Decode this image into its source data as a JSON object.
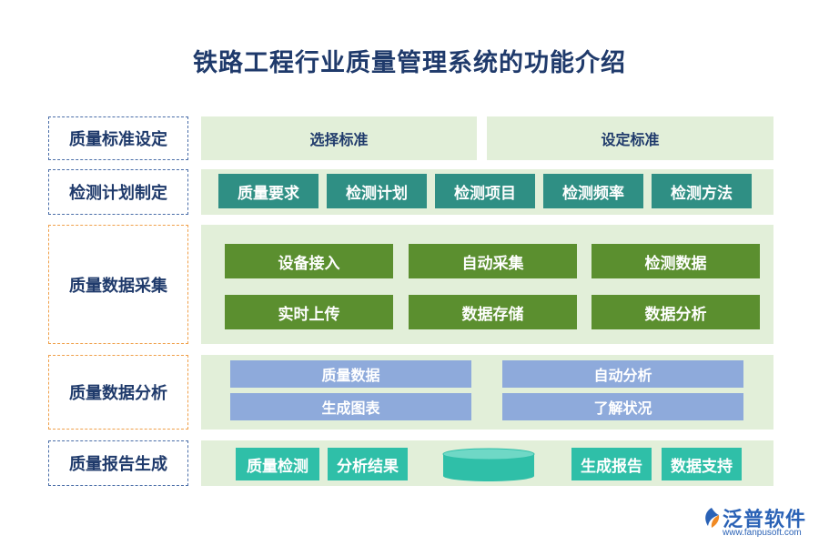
{
  "title": "铁路工程行业质量管理系统的功能介绍",
  "rows": [
    {
      "label": "质量标准设定",
      "items": [
        "选择标准",
        "设定标准"
      ]
    },
    {
      "label": "检测计划制定",
      "items": [
        "质量要求",
        "检测计划",
        "检测项目",
        "检测频率",
        "检测方法"
      ]
    },
    {
      "label": "质量数据采集",
      "items": [
        "设备接入",
        "自动采集",
        "检测数据",
        "实时上传",
        "数据存储",
        "数据分析"
      ]
    },
    {
      "label": "质量数据分析",
      "items": [
        "质量数据",
        "自动分析",
        "生成图表",
        "了解状况"
      ]
    },
    {
      "label": "质量报告生成",
      "items": [
        "质量检测",
        "分析结果",
        "生成报告",
        "数据支持"
      ]
    }
  ],
  "colors": {
    "title": "#1f3a6b",
    "panel": "#e2efd9",
    "teal": "#2f8f84",
    "green": "#5b8f2f",
    "lavender": "#8eaadb",
    "mint": "#2fbfa8",
    "dashed_blue": "#4a6ea8",
    "dashed_orange": "#f0a04a"
  },
  "icons": [
    "database-cylinder-icon",
    "fanpu-logo-icon"
  ],
  "logo": {
    "name": "泛普软件",
    "url": "www.fanpusoft.com"
  }
}
